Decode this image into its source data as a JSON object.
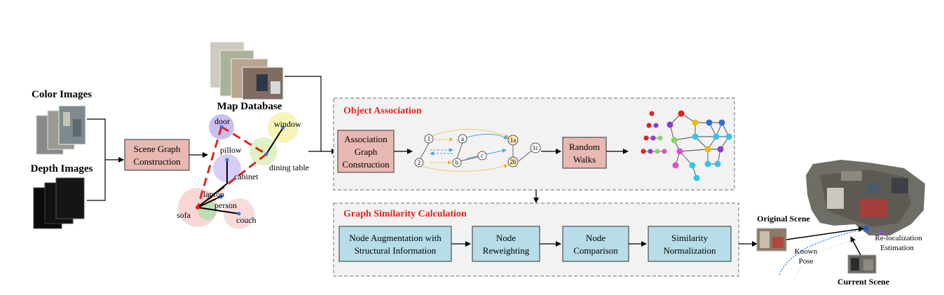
{
  "inputs": {
    "color_images": "Color Images",
    "depth_images": "Depth Images"
  },
  "scene_graph": {
    "box": [
      "Scene Graph",
      "Construction"
    ],
    "nodes": [
      "door",
      "window",
      "pillow",
      "cabinet",
      "dining table",
      "laptop",
      "person",
      "sofa",
      "couch"
    ]
  },
  "map_database": "Map Database",
  "object_association": {
    "title": "Object Association",
    "association_box": [
      "Association",
      "Graph",
      "Construction"
    ],
    "assoc_nodes": [
      "1",
      "2",
      "a",
      "b",
      "c",
      "1a",
      "2b",
      "1c"
    ],
    "random_walks_box": [
      "Random",
      "Walks"
    ]
  },
  "graph_similarity": {
    "title": "Graph Similarity Calculation",
    "steps": [
      [
        "Node Augmentation with",
        "Structural Information"
      ],
      [
        "Node",
        "Reweighting"
      ],
      [
        "Node",
        "Comparison"
      ],
      [
        "Similarity",
        "Normalization"
      ]
    ]
  },
  "output": {
    "original_scene": "Original Scene",
    "current_scene": "Current Scene",
    "known_pose": [
      "Known",
      "Pose"
    ],
    "relocalization": [
      "Re-localization",
      "Estimation"
    ]
  },
  "colors": {
    "pink_box": "#e8b8b3",
    "blue_box": "#b6dde8",
    "panel_bg": "#f2f2f2",
    "red_title": "#e4221b",
    "dashed_red": "#e4221b"
  }
}
